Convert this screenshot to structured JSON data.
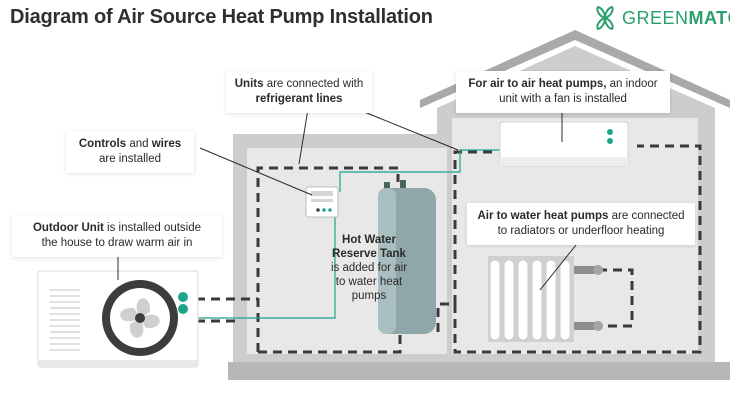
{
  "title": "Diagram of Air Source Heat Pump Installation",
  "brand": {
    "part1": "GREEN",
    "part2": "MATCH"
  },
  "callouts": {
    "units": {
      "bold": "Units",
      "text1": " are connected with",
      "bold2": "refrigerant lines"
    },
    "controls": {
      "bold": "Controls",
      "text1": " and ",
      "bold2": "wires",
      "line2": "are installed"
    },
    "outdoor": {
      "bold": "Outdoor Unit",
      "text1": " is installed outside",
      "line2": "the house to draw warm air in"
    },
    "air_to_air": {
      "bold": "For air to air heat pumps,",
      "text1": " an indoor",
      "line2": "unit with a fan is installed"
    },
    "air_to_water": {
      "bold": "Air to water heat pumps",
      "text1": " are connected",
      "line2": "to radiators or underfloor heating"
    },
    "tank": {
      "bold1": "Hot Water",
      "bold2": "Reserve Tank",
      "line3": "is added for air",
      "line4": "to water heat",
      "line5": "pumps"
    }
  },
  "colors": {
    "brand_green": "#2aa06c",
    "accent_teal": "#1fa38a",
    "house_wall": "#cdcdcd",
    "house_inner": "#e8e8e8",
    "roof": "#a9a9a9",
    "pipe": "#3a3a3a",
    "tank": "#8fa7a8"
  }
}
